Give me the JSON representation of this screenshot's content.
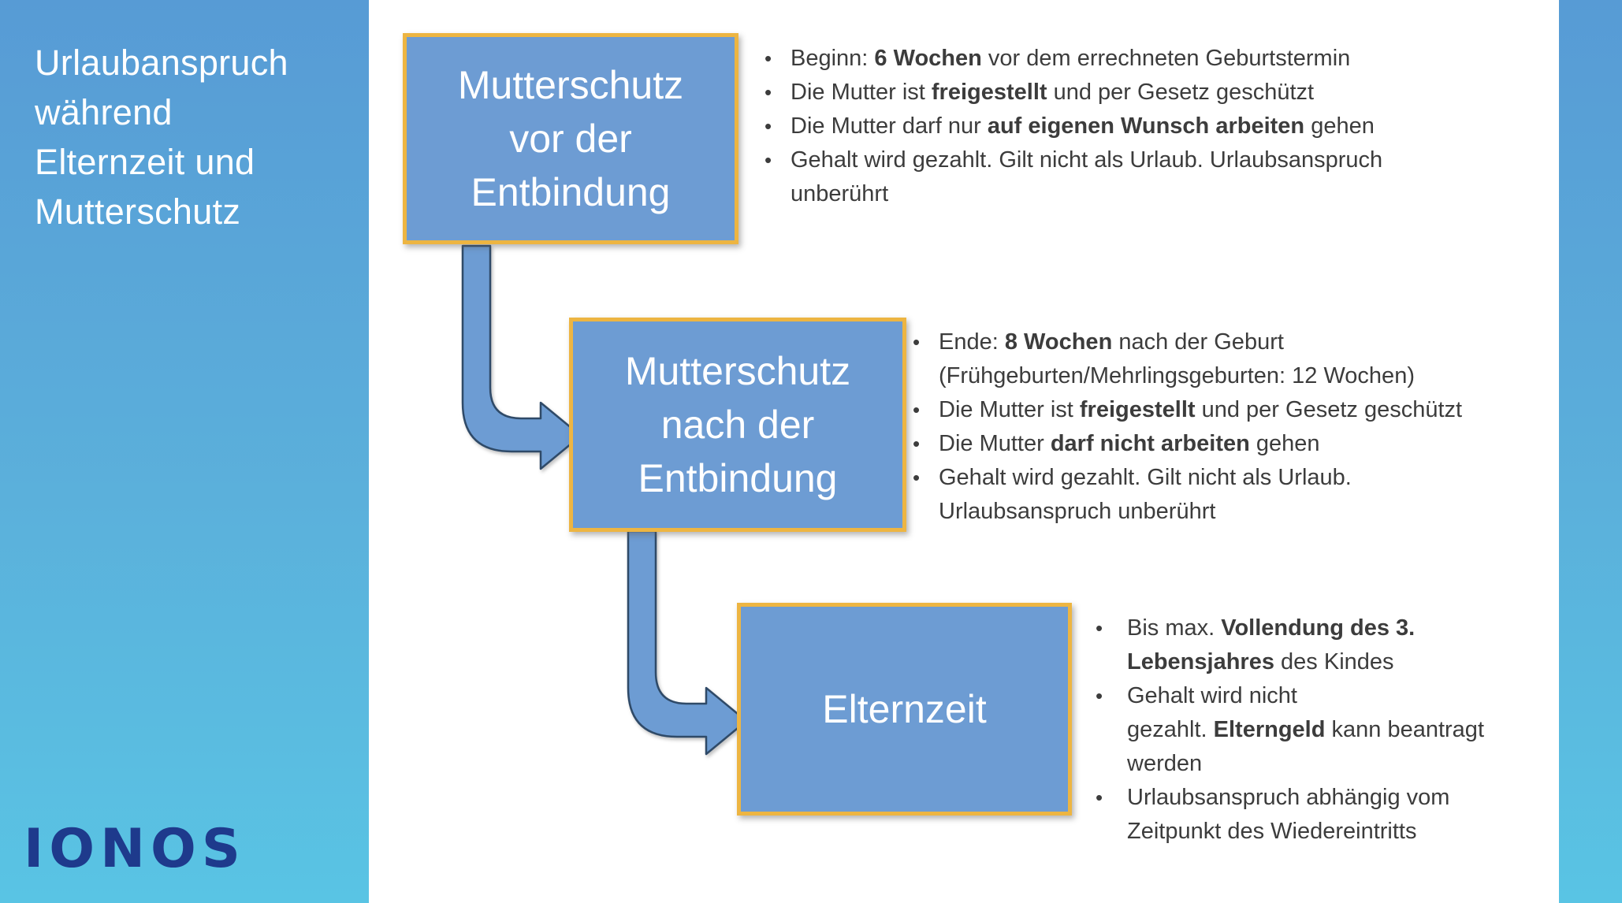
{
  "sidebar": {
    "title": "Urlaubanspruch\nwährend\nElternzeit und\nMutterschutz",
    "logo": "IONOS"
  },
  "colors": {
    "sidebar_gradient_top": "#579BD5",
    "sidebar_gradient_bottom": "#59C4E4",
    "box_fill": "#6D9CD3",
    "box_border": "#EDB542",
    "box_text": "#FFFFFF",
    "arrow_fill": "#6D9CD3",
    "arrow_outline": "#2F4A68",
    "body_text": "#3C3C3C",
    "logo_text": "#1E3A8C",
    "background": "#FFFFFF"
  },
  "flow": {
    "bullet_glyph": "•",
    "boxes": [
      {
        "label": "Mutterschutz\nvor der\nEntbindung"
      },
      {
        "label": "Mutterschutz\nnach der\nEntbindung"
      },
      {
        "label": "Elternzeit"
      }
    ],
    "lists": [
      {
        "items": [
          [
            {
              "t": "Beginn: "
            },
            {
              "t": "6 Wochen",
              "b": true
            },
            {
              "t": " vor dem errechneten Geburtstermin"
            }
          ],
          [
            {
              "t": "Die Mutter ist "
            },
            {
              "t": "freigestellt",
              "b": true
            },
            {
              "t": " und per Gesetz geschützt"
            }
          ],
          [
            {
              "t": "Die Mutter darf nur "
            },
            {
              "t": "auf eigenen Wunsch arbeiten",
              "b": true
            },
            {
              "t": " gehen"
            }
          ],
          [
            {
              "t": "Gehalt wird gezahlt. Gilt nicht als Urlaub. Urlaubsanspruch\nunberührt"
            }
          ]
        ]
      },
      {
        "items": [
          [
            {
              "t": "Ende: "
            },
            {
              "t": "8 Wochen",
              "b": true
            },
            {
              "t": " nach der Geburt\n(Frühgeburten/Mehrlingsgeburten: 12 Wochen)"
            }
          ],
          [
            {
              "t": "Die Mutter ist "
            },
            {
              "t": "freigestellt",
              "b": true
            },
            {
              "t": " und per Gesetz geschützt"
            }
          ],
          [
            {
              "t": "Die Mutter "
            },
            {
              "t": "darf nicht arbeiten",
              "b": true
            },
            {
              "t": " gehen"
            }
          ],
          [
            {
              "t": "Gehalt wird gezahlt. Gilt nicht als Urlaub.\nUrlaubsanspruch unberührt"
            }
          ]
        ]
      },
      {
        "items": [
          [
            {
              "t": "Bis max. "
            },
            {
              "t": "Vollendung des 3.\nLebensjahres",
              "b": true
            },
            {
              "t": " des Kindes"
            }
          ],
          [
            {
              "t": "Gehalt wird nicht\ngezahlt. "
            },
            {
              "t": "Elterngeld",
              "b": true
            },
            {
              "t": " kann beantragt\nwerden"
            }
          ],
          [
            {
              "t": "Urlaubsanspruch abhängig vom\nZeitpunkt des Wiedereintritts"
            }
          ]
        ]
      }
    ]
  }
}
